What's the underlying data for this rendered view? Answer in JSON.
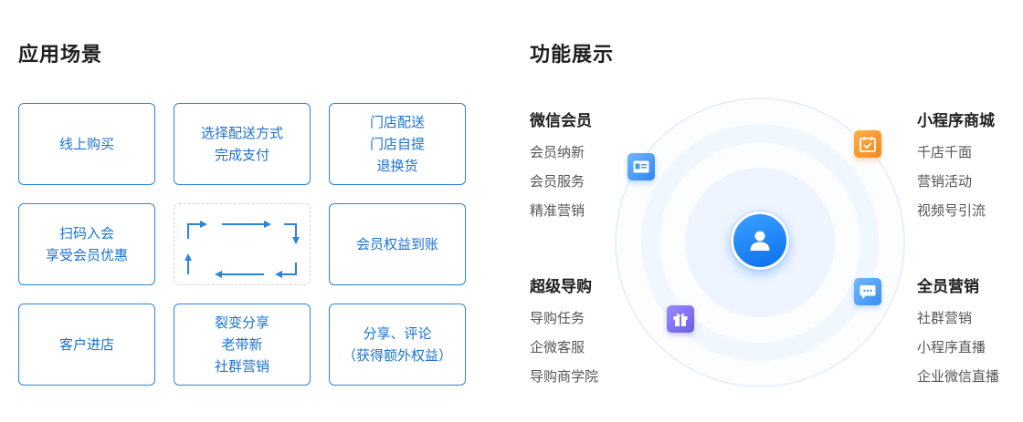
{
  "left": {
    "title": "应用场景",
    "cells": [
      [
        "线上购买"
      ],
      [
        "选择配送方式",
        "完成支付"
      ],
      [
        "门店配送",
        "门店自提",
        "退换货"
      ],
      [
        "扫码入会",
        "享受会员优惠"
      ],
      [],
      [
        "会员权益到账"
      ],
      [
        "客户进店"
      ],
      [
        "裂变分享",
        "老带新",
        "社群营销"
      ],
      [
        "分享、评论",
        "（获得额外权益）"
      ]
    ]
  },
  "right": {
    "title": "功能展示",
    "groups": {
      "wechat": {
        "title": "微信会员",
        "items": [
          "会员纳新",
          "会员服务",
          "精准营销"
        ]
      },
      "shop": {
        "title": "小程序商城",
        "items": [
          "千店千面",
          "营销活动",
          "视频号引流"
        ]
      },
      "guide": {
        "title": "超级导购",
        "items": [
          "导购任务",
          "企微客服",
          "导购商学院"
        ]
      },
      "market": {
        "title": "全员营销",
        "items": [
          "社群营销",
          "小程序直播",
          "企业微信直播"
        ]
      }
    },
    "icons": {
      "card": "member-card-icon",
      "calendar": "calendar-check-icon",
      "gift": "gift-icon",
      "chat": "chat-bubble-icon",
      "center": "user-avatar-icon"
    }
  },
  "colors": {
    "accent": "#1a73d1",
    "border": "#2b84dc",
    "orange": "#f5861f",
    "purple": "#6b5be8"
  }
}
